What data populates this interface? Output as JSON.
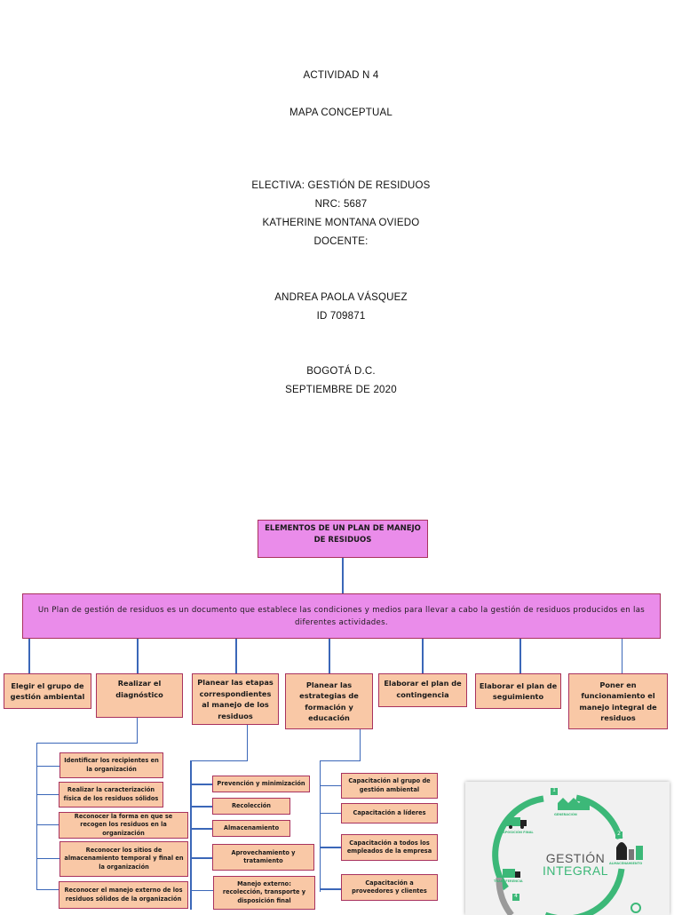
{
  "cover": {
    "activity": "ACTIVIDAD N  4",
    "doc_type": "MAPA CONCEPTUAL",
    "course": "ELECTIVA: GESTIÓN DE RESIDUOS",
    "nrc": "NRC: 5687",
    "student": "KATHERINE MONTANA OVIEDO",
    "teacher_label": "DOCENTE:",
    "teacher_name": "ANDREA PAOLA VÁSQUEZ",
    "teacher_id": "ID 709871",
    "city": "BOGOTÁ D.C.",
    "date": "SEPTIEMBRE DE 2020"
  },
  "map": {
    "title": "ELEMENTOS DE UN PLAN DE MANEJO DE RESIDUOS",
    "definition": "Un Plan de gestión de residuos es un documento que establece las condiciones y medios para llevar a cabo la gestión de residuos producidos en las diferentes actividades.",
    "elements": [
      "Elegir el grupo de gestión ambiental",
      "Realizar el diagnóstico",
      "Planear las etapas correspondientes al manejo de los residuos",
      "Planear las estrategias de formación y educación",
      "Elaborar el plan de contingencia",
      "Elaborar el plan de seguimiento",
      "Poner en funcionamiento el manejo integral de residuos"
    ],
    "diagnostico_items": [
      "Identificar los recipientes en la organización",
      "Realizar la caracterización física de los residuos sólidos",
      "Reconocer la forma en que se recogen los residuos en la organización",
      "Reconocer los sitios de almacenamiento temporal y final en la organización",
      "Reconocer el manejo externo de los residuos sólidos de la organización"
    ],
    "etapas_items": [
      "Prevención y minimización",
      "Recolección",
      "Almacenamiento",
      "Aprovechamiento y tratamiento",
      "Manejo externo: recolección, transporte y disposición final"
    ],
    "formacion_items": [
      "Capacitación al grupo de gestión ambiental",
      "Capacitación a líderes",
      "Capacitación a todos los empleados de la empresa",
      "Capacitación a proveedores y clientes"
    ]
  },
  "infographic": {
    "title_line1": "GESTIÓN",
    "title_line2": "INTEGRAL",
    "steps": [
      {
        "number": "1",
        "label": "GENERACIÓN"
      },
      {
        "number": "2",
        "label": "ALMACENAMIENTO"
      },
      {
        "number": "3",
        "label": "TRANSFERENCIA"
      },
      {
        "number": "4",
        "label": ""
      },
      {
        "number": "",
        "label": "DISPOSICIÓN FINAL"
      }
    ],
    "colors": {
      "green": "#3cb878",
      "grey": "#9a9a9a"
    }
  }
}
